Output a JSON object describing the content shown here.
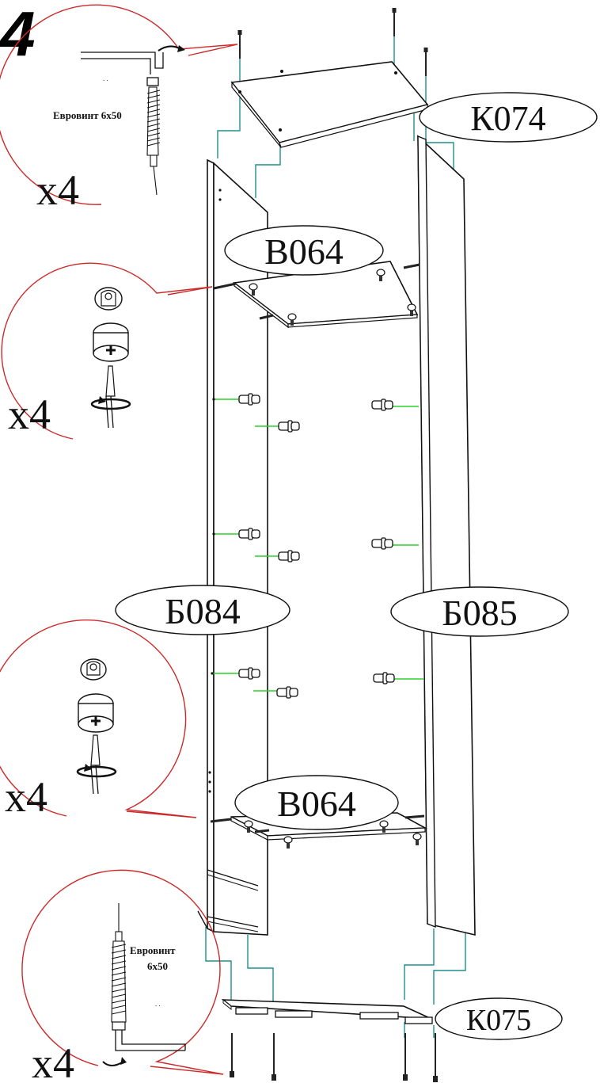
{
  "step": "4",
  "parts": {
    "top_panel": "К074",
    "shelf_top": "В064",
    "side_left": "Б084",
    "side_right": "Б085",
    "shelf_bottom": "В064",
    "base_panel": "К075"
  },
  "callouts": {
    "top": {
      "text": "Евровинт 6х50",
      "qty": "x4",
      "dots": ". ."
    },
    "cam_upper": {
      "qty": "x4"
    },
    "cam_lower": {
      "qty": "x4"
    },
    "bottom": {
      "text_line1": "Евровинт",
      "text_line2": "6х50",
      "qty": "x4",
      "dots": ". ."
    }
  },
  "colors": {
    "guide_line": "#1f8f8f",
    "dowel_line": "#2bd12b",
    "callout_outline": "#cc2a2a"
  },
  "icons": [
    "allen-key-icon",
    "eurobolt-screw-icon",
    "cam-lock-icon",
    "screwdriver-icon",
    "rotate-arrow-icon",
    "shelf-pin-dowel-icon"
  ]
}
